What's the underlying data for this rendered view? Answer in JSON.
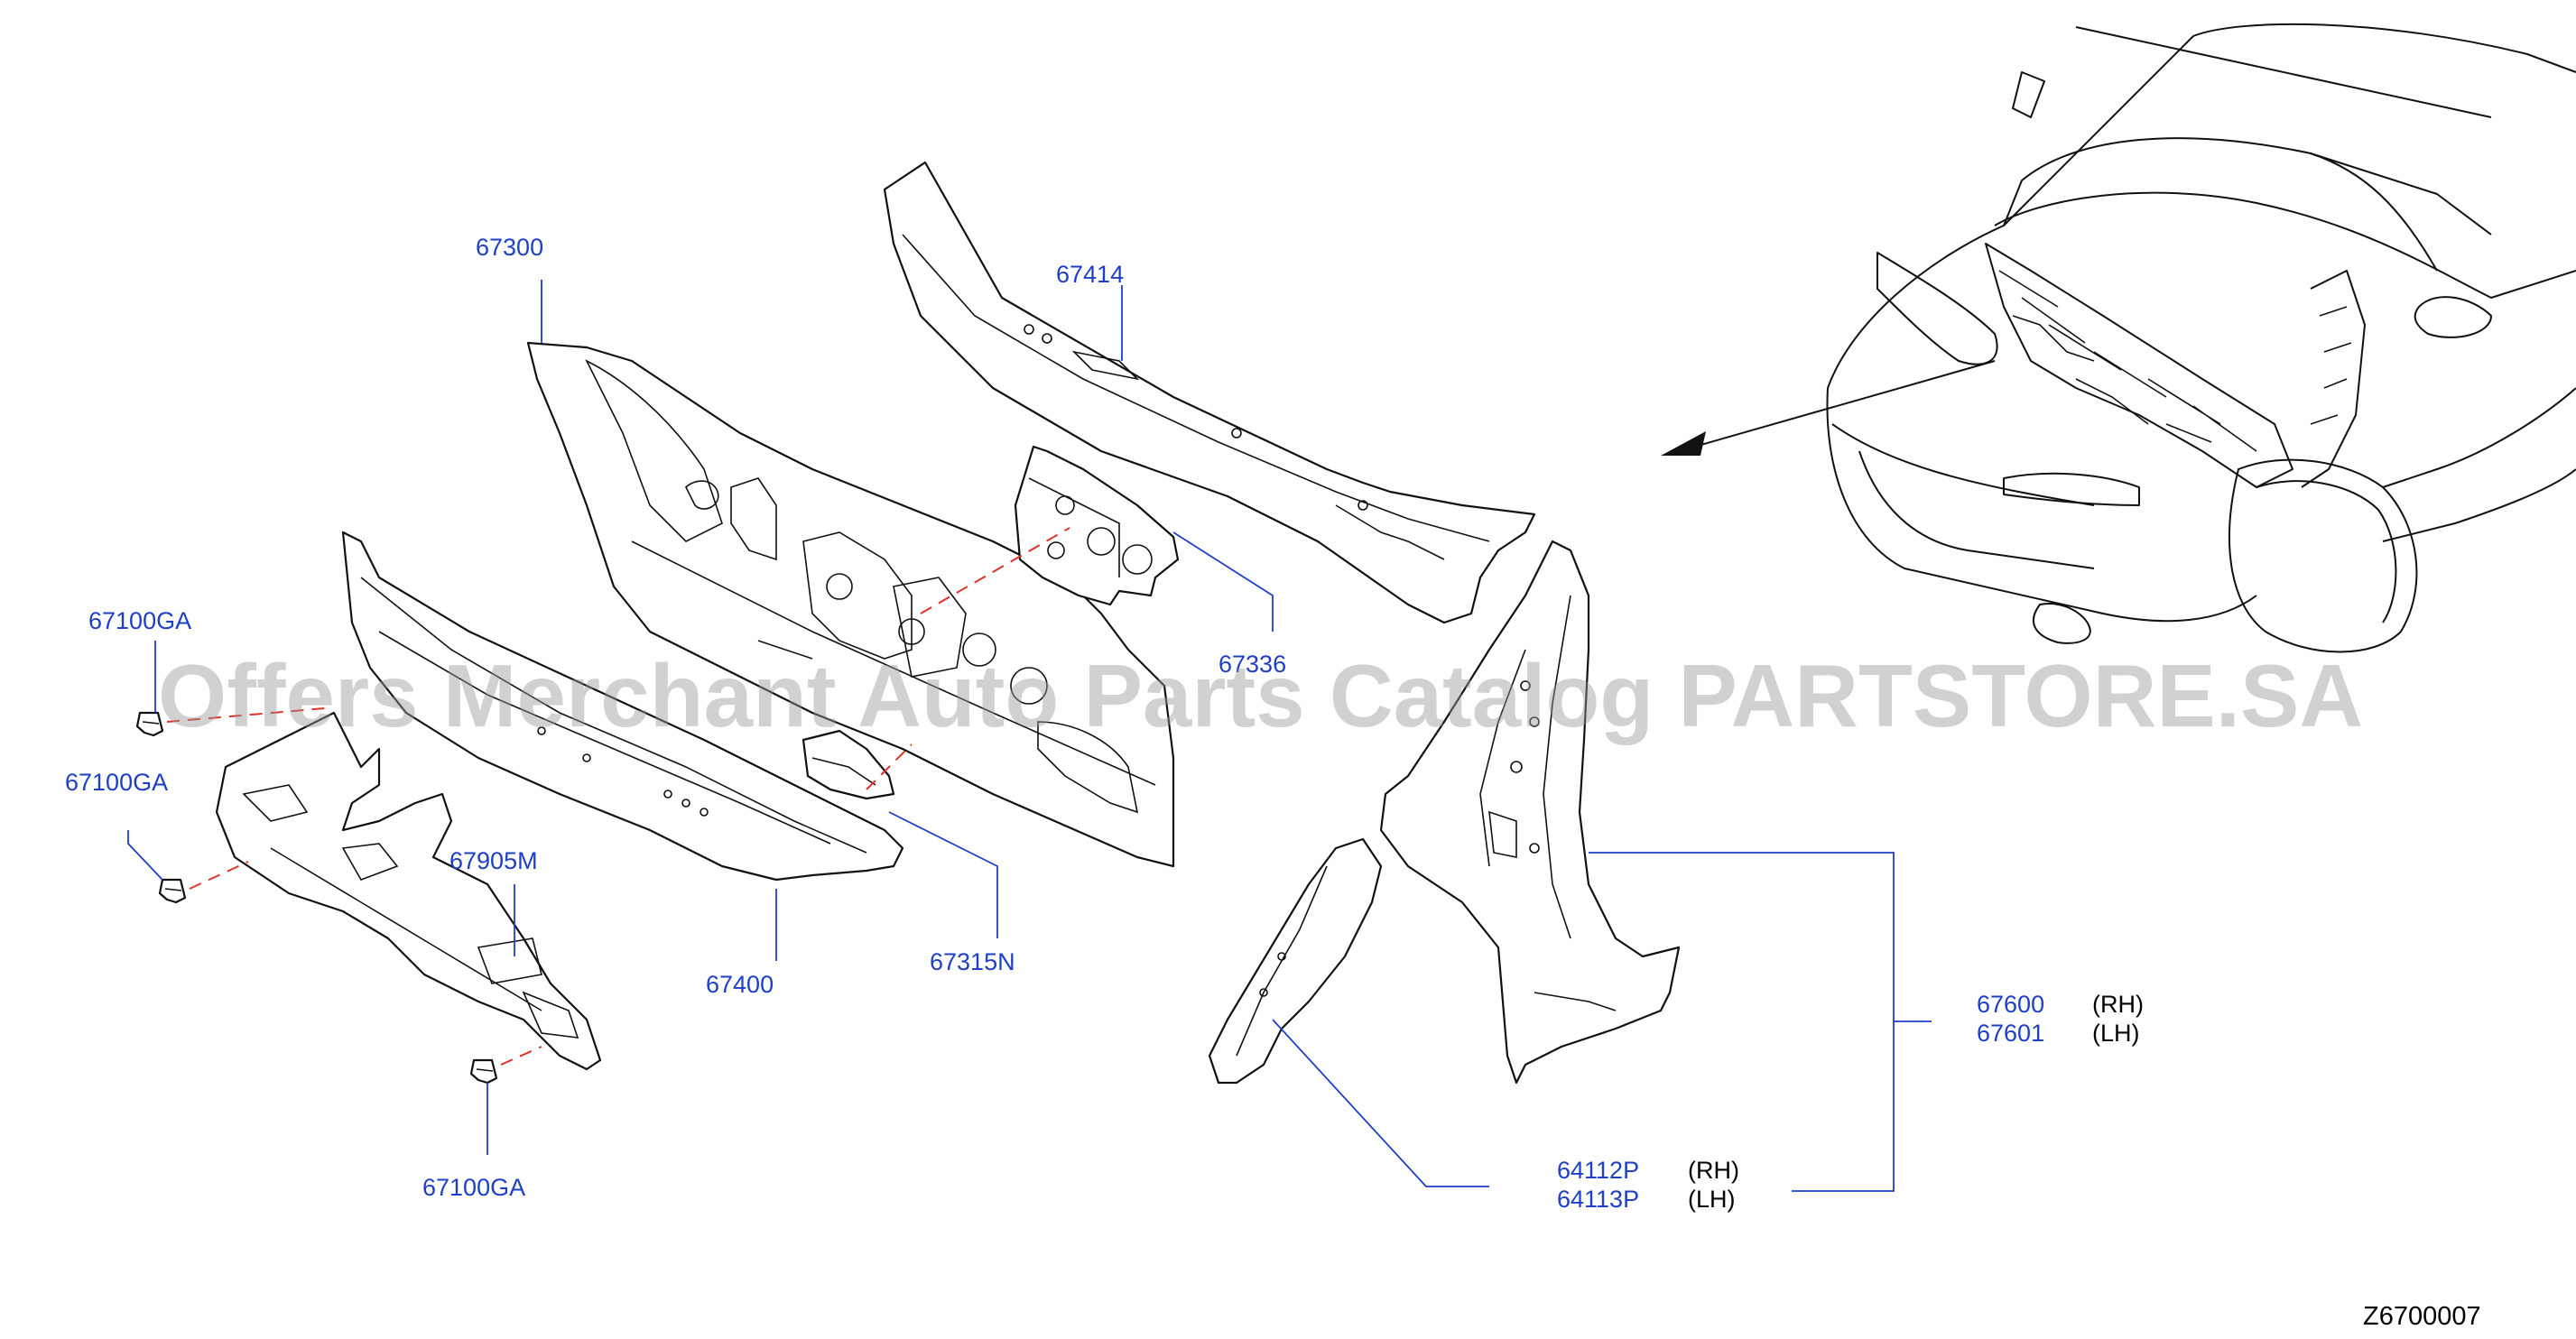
{
  "diagram": {
    "drawing_code": "Z6700007",
    "watermark": "Offers Merchant Auto Parts Catalog PARTSTORE.SA",
    "callouts": [
      {
        "id": "c-67300",
        "number": "67300",
        "side": ""
      },
      {
        "id": "c-67414",
        "number": "67414",
        "side": ""
      },
      {
        "id": "c-67336",
        "number": "67336",
        "side": ""
      },
      {
        "id": "c-67100GA-1",
        "number": "67100GA",
        "side": ""
      },
      {
        "id": "c-67100GA-2",
        "number": "67100GA",
        "side": ""
      },
      {
        "id": "c-67100GA-3",
        "number": "67100GA",
        "side": ""
      },
      {
        "id": "c-67905M",
        "number": "67905M",
        "side": ""
      },
      {
        "id": "c-67400",
        "number": "67400",
        "side": ""
      },
      {
        "id": "c-67315N",
        "number": "67315N",
        "side": ""
      },
      {
        "id": "c-67600",
        "number": "67600",
        "side": "(RH)"
      },
      {
        "id": "c-67601",
        "number": "67601",
        "side": "(LH)"
      },
      {
        "id": "c-64112P",
        "number": "64112P",
        "side": "(RH)"
      },
      {
        "id": "c-64113P",
        "number": "64113P",
        "side": "(LH)"
      }
    ]
  }
}
